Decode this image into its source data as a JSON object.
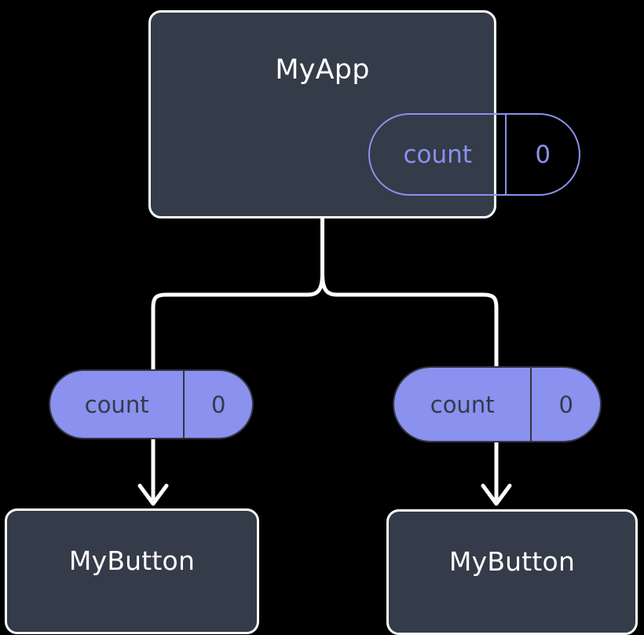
{
  "canvas": {
    "background": "#000000",
    "wire_color": "#ffffff",
    "card_fill": "#343b49",
    "card_border": "#fdfdfd",
    "accent": "#8a91ee",
    "pill_text_on_fill": "#34394a"
  },
  "root": {
    "title": "MyApp",
    "state": {
      "key": "count",
      "value": "0"
    }
  },
  "branches": [
    {
      "state": {
        "key": "count",
        "value": "0"
      },
      "child": {
        "title": "MyButton"
      }
    },
    {
      "state": {
        "key": "count",
        "value": "0"
      },
      "child": {
        "title": "MyButton"
      }
    }
  ]
}
